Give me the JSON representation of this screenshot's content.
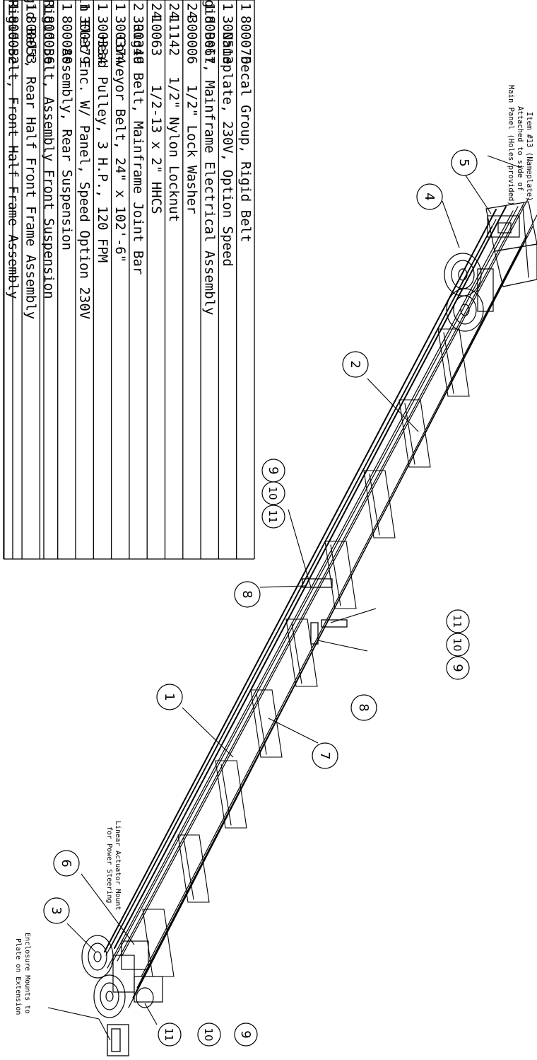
{
  "bom_rows": [
    {
      "qty": "1",
      "part": "800076",
      "desc": "Decal Group, Rigid Belt"
    },
    {
      "qty": "1",
      "part": "300513",
      "desc": "Nameplate, 230V, Option Speed"
    },
    {
      "qty": "1",
      "part": "800067",
      "desc": "Rigid Belt, Mainframe Electrical Assembly"
    },
    {
      "qty": "24",
      "part": "300006",
      "desc": "1/2\" Lock Washer"
    },
    {
      "qty": "24",
      "part": "11142",
      "desc": "1/2\" Nylon Locknut"
    },
    {
      "qty": "24",
      "part": "10063",
      "desc": "1/2-13 x 2\" HHCS"
    },
    {
      "qty": "2",
      "part": "300349",
      "desc": "Rigid Belt, Mainframe Joint Bar"
    },
    {
      "qty": "1",
      "part": "300374",
      "desc": "Conveyor Belt, 24\" x 102'-6\""
    },
    {
      "qty": "1",
      "part": "300334",
      "desc": "Head Pulley, 3 H.P., 120 FPM"
    },
    {
      "qty": "1",
      "part": "300379",
      "desc": "Main Elec Enc. W/ Panel, Speed Option 230V"
    },
    {
      "qty": "1",
      "part": "800080",
      "desc": "Assembly, Rear Suspension"
    },
    {
      "qty": "1",
      "part": "800056",
      "desc": "Rigid Belt, Assembly Front Suspension"
    },
    {
      "qty": "1",
      "part": "800053",
      "desc": "Rigid Belt, Rear Half Front Frame Assembly"
    },
    {
      "qty": "1",
      "part": "800052",
      "desc": "Rigid Belt, Front Half Frame Assembly"
    }
  ],
  "notes": {
    "nameplate": [
      "Item #13 (Nameplate)",
      "Attached to side of",
      "Main Panel (Holes provided)"
    ],
    "actuator": [
      "Linear Actuator Mount",
      "for Power Steering"
    ],
    "enclosure": [
      "Enclosure Mounts to",
      "Plate on Extension"
    ]
  },
  "balloons": [
    {
      "id": "b-5",
      "label": "5"
    },
    {
      "id": "b-4",
      "label": "4"
    },
    {
      "id": "b-2",
      "label": "2"
    },
    {
      "id": "b-9a",
      "label": "9"
    },
    {
      "id": "b-10a",
      "label": "10"
    },
    {
      "id": "b-11a",
      "label": "11"
    },
    {
      "id": "b-8a",
      "label": "8"
    },
    {
      "id": "b-9b",
      "label": "9"
    },
    {
      "id": "b-10b",
      "label": "10"
    },
    {
      "id": "b-11b",
      "label": "11"
    },
    {
      "id": "b-8b",
      "label": "8"
    },
    {
      "id": "b-1",
      "label": "1"
    },
    {
      "id": "b-7",
      "label": "7"
    },
    {
      "id": "b-6",
      "label": "6"
    },
    {
      "id": "b-3",
      "label": "3"
    },
    {
      "id": "b-11c",
      "label": "11"
    },
    {
      "id": "b-10c",
      "label": "10"
    },
    {
      "id": "b-9c",
      "label": "9"
    }
  ]
}
